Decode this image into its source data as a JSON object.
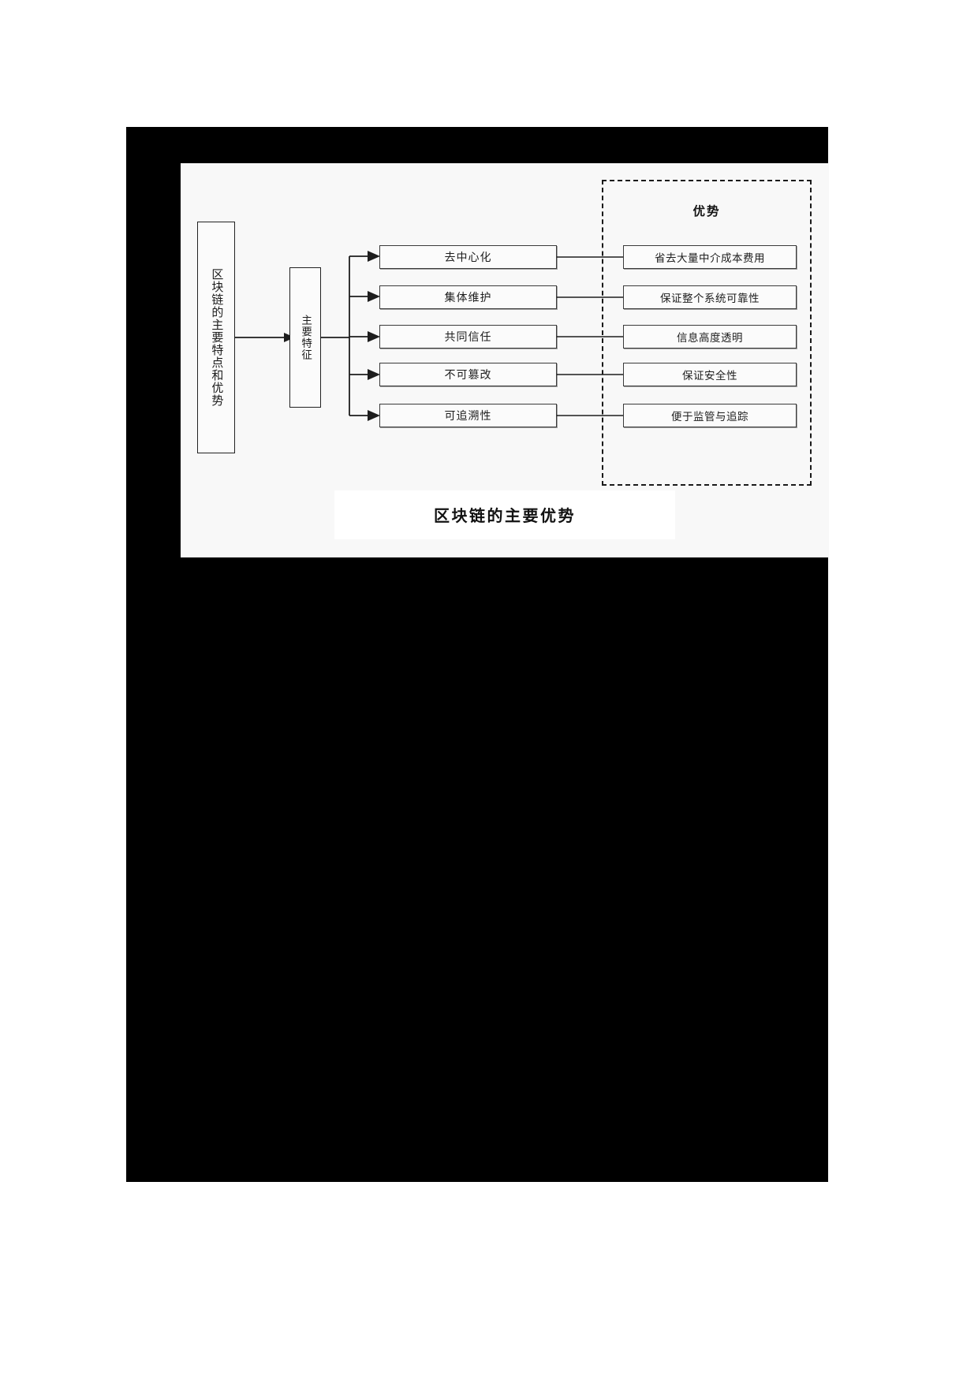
{
  "figure": {
    "caption": "区块链的主要优势",
    "root": {
      "label": "区块链的主要特点和优势"
    },
    "stage": {
      "label": "主要特征"
    },
    "features": [
      {
        "label": "去中心化"
      },
      {
        "label": "集体维护"
      },
      {
        "label": "共同信任"
      },
      {
        "label": "不可篡改"
      },
      {
        "label": "可追溯性"
      }
    ],
    "advantages_group": {
      "title": "优势",
      "items": [
        {
          "label": "省去大量中介成本费用"
        },
        {
          "label": "保证整个系统可靠性"
        },
        {
          "label": "信息高度透明"
        },
        {
          "label": "保证安全性"
        },
        {
          "label": "便于监管与追踪"
        }
      ]
    },
    "colors": {
      "page_background": "#ffffff",
      "plate": "#000000",
      "card": "#f8f8f8",
      "box_border": "#3a3a3a",
      "box_fill": "#fbfbfb",
      "text": "#1d1d1d",
      "dashed_border": "#1a1a1a"
    }
  }
}
